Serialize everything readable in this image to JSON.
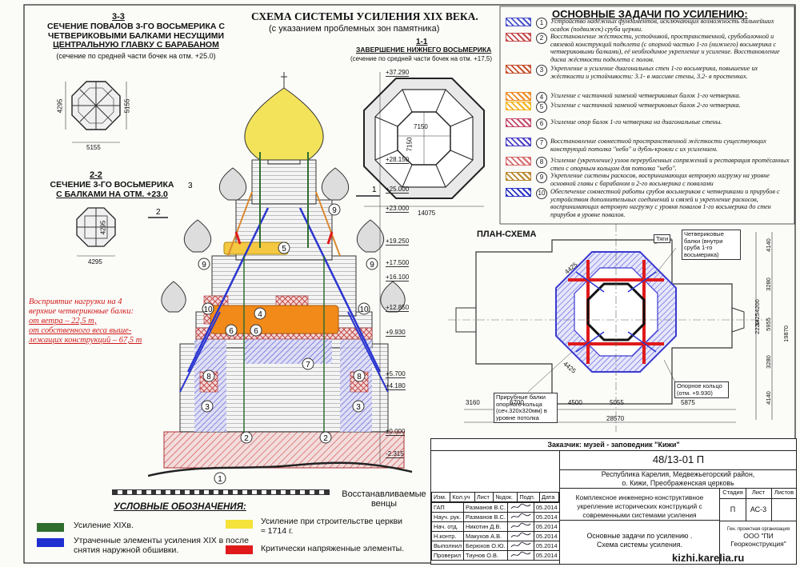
{
  "main_title": "СХЕМА СИСТЕМЫ УСИЛЕНИЯ XIX ВЕКА.",
  "main_subtitle": "(с указанием проблемных зон памятника)",
  "section33": {
    "number": "3-3",
    "title_l1": "СЕЧЕНИЕ ПОВАЛОВ 3-ГО ВОСЬМЕРИКА С",
    "title_l2": "ЧЕТВЕРИКОВЫМИ БАЛКАМИ НЕСУЩИМИ",
    "title_l3": "ЦЕНТРАЛЬНУЮ ГЛАВКУ С БАРАБАНОМ",
    "note": "(сечение по средней части бочек на отм. +25.0)",
    "dim_side": "4295",
    "dim_right": "5155",
    "dim_bottom": "5155"
  },
  "section22": {
    "number": "2-2",
    "title_l1": "СЕЧЕНИЕ 3-ГО ВОСЬМЕРИКА",
    "title_l2": "С  БАЛКАМИ НА ОТМ. +23.0",
    "dim_side": "4295",
    "dim_bottom": "4295"
  },
  "section11": {
    "number": "1-1",
    "title": "ЗАВЕРШЕНИЕ НИЖНЕГО ВОСЬМЕРИКА",
    "note": "(сечение по средней части бочек на отм. +17,5)",
    "dim_h": "7150",
    "dim_v": "7150",
    "dim_total": "14075"
  },
  "tasks_title": "ОСНОВНЫЕ ЗАДАЧИ ПО УСИЛЕНИЮ:",
  "tasks": [
    {
      "num": "1",
      "color": "#4a52c9",
      "text": "Устройство надёжных фундаментов, исключающих возможность дальнейших осадок (подвижек) сруба церкви."
    },
    {
      "num": "2",
      "color": "#c44a4a",
      "text": "Восстановление жёсткости, устойчивой, пространственной, срубобалочной и связевой конструкций подклета (с опорной частью 1-го (нижнего) восьмерика  с четвериковыми балками), её необходимое укрепление и усиление. Восстановление диска жёсткости подклета с полом."
    },
    {
      "num": "3",
      "color": "#c4502a",
      "text": "Укрепление и усиление диагональных стен 1-го восьмерика, повышение их жёсткости и устойчивости: 3.1- в массиве стены, 3.2- в простенках."
    },
    {
      "num": "4",
      "color": "#ef8a1f",
      "text": "Усиление с частичной заменой четвериковых балок 1-го четверика."
    },
    {
      "num": "5",
      "color": "#f2b11a",
      "text": "Усиление с частичной заменой четвериковых балок 2-го четверика."
    },
    {
      "num": "6",
      "color": "#c44a6a",
      "text": "Усиление опор балок 1-го четверика на диагональные стены."
    },
    {
      "num": "7",
      "color": "#4b3fc4",
      "text": "Восстановление совместной пространственной жёсткости существующих конструкций потолка \"небо\" и дубль-кровли с их усилением."
    },
    {
      "num": "8",
      "color": "#d46a6a",
      "text": "Усиление (укрепление) узлов перерубленных сопряжений и реставрация протёсанных стен с опорным кольцом для потолка \"небо\"."
    },
    {
      "num": "9",
      "color": "#b8862b",
      "text": "Укрепление системы раскосов, воспринимающих ветровую нагрузку на уровне основной главы с барабаном и 2-го восьмерика с повалами"
    },
    {
      "num": "10",
      "color": "#2a35c4",
      "text": "Обеспечение совместной работы срубов восьмериков с четвериками и прирубов с устройством дополнительных соединений и связей и укрепление раскосов, воспринимающих ветровую нагрузку с уровня повалов 1-го восьмерика до стен прирубов в уровне повалов."
    }
  ],
  "elevation_levels": [
    "+37.290",
    "+28.150",
    "+25.000",
    "+23.000",
    "+19.250",
    "+17.500",
    "+16.100",
    "+12.850",
    "+9.930",
    "+5.700",
    "+4.180",
    "±0.000",
    "-2.315"
  ],
  "load_note": {
    "l1": "Восприятие нагрузки на 4",
    "l2": "верхние четвериковые балки:",
    "l3": "от ветра – 22,5 т,",
    "l4": "от собственного веса выше-",
    "l5": "лежащих конструкций – 67,5 т"
  },
  "plan": {
    "title": "ПЛАН-СХЕМА",
    "label_tyagi": "Тяги",
    "label_beams": "Четвериковые балки (внутри сруба 1-го восьмерика)",
    "label_ring": "Опорное кольцо (отм. +9.930)",
    "label_prirub": "Прирубные балки опорного кольца (сеч.320х320мм) в уровне потолка",
    "dims_right": [
      "4140",
      "3280",
      "1425",
      "4200",
      "2220",
      "5955",
      "19870",
      "3280",
      "4140"
    ],
    "dim_3160": "3160",
    "dim_6700": "6700",
    "dim_4500": "4500",
    "dim_5055": "5055",
    "dim_5875": "5875",
    "dim_28570": "28570",
    "dim_d1": "4425",
    "dim_d2": "4425"
  },
  "restored_label_l1": "Восстанавливаемые",
  "restored_label_l2": "венцы",
  "legend_title": "УСЛОВНЫЕ ОБОЗНАЧЕНИЯ:",
  "legend": [
    {
      "color": "#2f6e2f",
      "label": "Усиление XIXв."
    },
    {
      "color": "#1f2fd0",
      "label": "Утраченные элементы усиления XIX в после снятия наружной обшивки."
    },
    {
      "color": "#f5e23a",
      "label": "Усиление при строительстве церкви ≈ 1714 г."
    },
    {
      "color": "#e01a1a",
      "label": "Критически напряженные элементы."
    }
  ],
  "stamp": {
    "customer": "Заказчик: музей - заповедник \"Кижи\"",
    "code": "48/13-01 П",
    "location_l1": "Республика Карелия, Медвежьегорский район,",
    "location_l2": "о. Кижи, Преображенская церковь",
    "project_l1": "Комплексное инженерно-конструктивное",
    "project_l2": "укрепление исторических конструкций с",
    "project_l3": "современными системами усиления",
    "sheet_l1": "Основные задачи по усилению .",
    "sheet_l2": "Схема системы усиления.",
    "h_stage": "Стадия",
    "h_list": "Лист",
    "h_lists": "Листов",
    "stage": "П",
    "list": "АС-3",
    "org_small": "Ген. проектная организация",
    "org": "ООО \"ПИ Георконструкция\"",
    "hdr": [
      "Изм.",
      "Кол.уч",
      "Лист",
      "№док.",
      "Подп.",
      "Дата"
    ],
    "people": [
      {
        "role": "ГАП",
        "name": "Разманов В.С.",
        "date": "05.2014"
      },
      {
        "role": "Науч. рук.",
        "name": "Разманов В.С.",
        "date": "05.2014"
      },
      {
        "role": "Нач. отд.",
        "name": "Никотин Д.В.",
        "date": "05.2014"
      },
      {
        "role": "Н.контр.",
        "name": "Макухов А.В.",
        "date": "05.2014"
      },
      {
        "role": "Выполнил",
        "name": "Берюхов О.Ю.",
        "date": "05.2014"
      },
      {
        "role": "Проверил",
        "name": "Тиунов О.В.",
        "date": "05.2014"
      }
    ]
  },
  "watermark": "kizhi.karelia.ru"
}
